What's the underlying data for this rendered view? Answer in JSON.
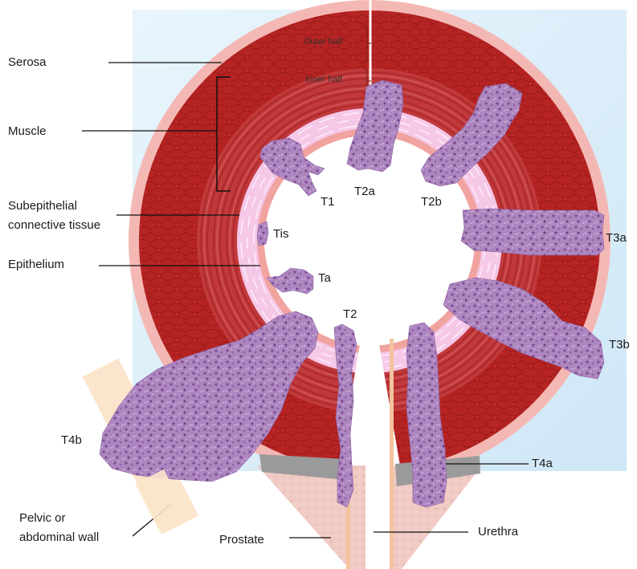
{
  "layers": {
    "serosa": "Serosa",
    "muscle": "Muscle",
    "subepithelial_line1": "Subepithelial",
    "subepithelial_line2": "connective tissue",
    "epithelium": "Epithelium"
  },
  "muscle_halves": {
    "outer": "Outer half",
    "inner": "Inner half"
  },
  "stages": {
    "t1": "T1",
    "t2a": "T2a",
    "t2b": "T2b",
    "t3a": "T3a",
    "tis": "Tis",
    "ta": "Ta",
    "t2": "T2",
    "t3b": "T3b",
    "t4b": "T4b",
    "t4a": "T4a"
  },
  "structures": {
    "pelvic_line1": "Pelvic or",
    "pelvic_line2": "abdominal wall",
    "prostate": "Prostate",
    "urethra": "Urethra"
  },
  "colors": {
    "background_blue": "#d6ecf8",
    "serosa": "#f4b8b4",
    "muscle": "#c62e2e",
    "subepithelial": "#f6c8e8",
    "epithelium": "#f1a3a0",
    "tumor": "#a87ab8",
    "prostate": "#efc9c3",
    "pelvic_wall": "#fbe5cc"
  }
}
